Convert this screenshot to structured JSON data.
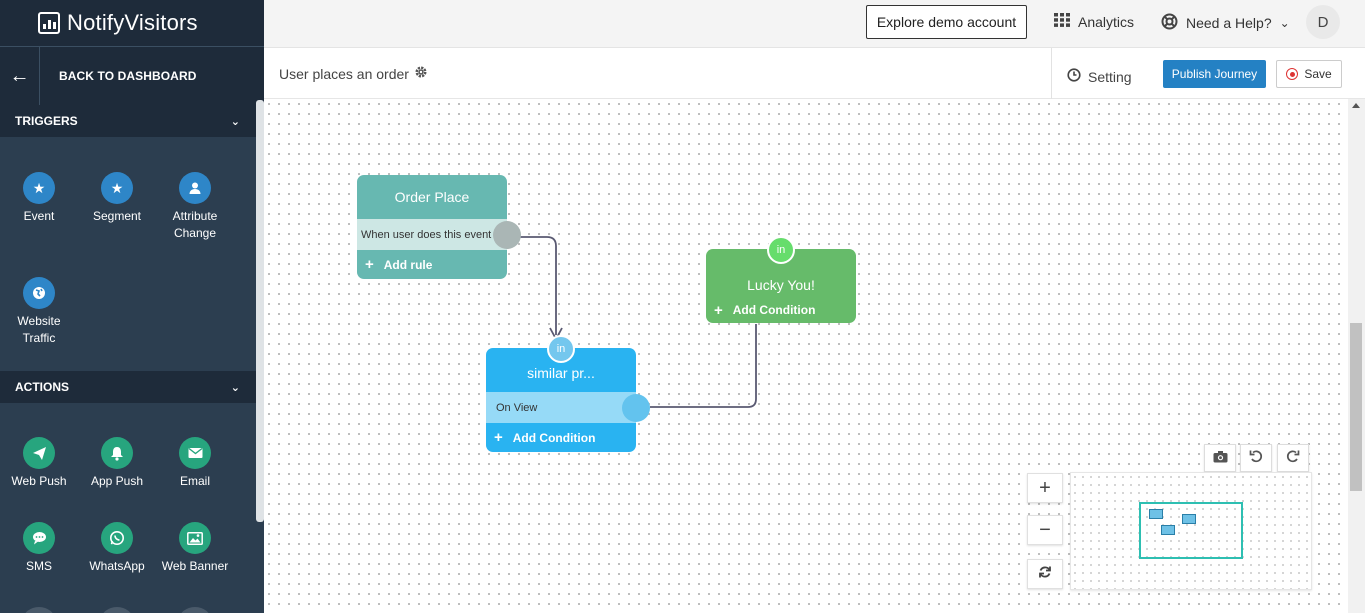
{
  "app": {
    "brand": "NotifyVisitors"
  },
  "sidebar": {
    "back_label": "BACK TO DASHBOARD",
    "triggers": {
      "title": "TRIGGERS",
      "items": [
        {
          "label": "Event",
          "icon": "star-icon"
        },
        {
          "label": "Segment",
          "icon": "star-icon"
        },
        {
          "label": "Attribute Change",
          "icon": "user-icon"
        },
        {
          "label": "Website Traffic",
          "icon": "globe-icon"
        }
      ]
    },
    "actions": {
      "title": "ACTIONS",
      "items": [
        {
          "label": "Web Push",
          "icon": "paper-plane-icon"
        },
        {
          "label": "App Push",
          "icon": "bell-icon"
        },
        {
          "label": "Email",
          "icon": "envelope-icon"
        },
        {
          "label": "SMS",
          "icon": "chat-icon"
        },
        {
          "label": "WhatsApp",
          "icon": "whatsapp-icon"
        },
        {
          "label": "Web Banner",
          "icon": "image-icon"
        }
      ]
    }
  },
  "topbar": {
    "demo_button": "Explore demo account",
    "analytics": "Analytics",
    "help": "Need a Help?",
    "avatar_initial": "D"
  },
  "subbar": {
    "journey_title": "User places an order",
    "setting": "Setting",
    "publish": "Publish Journey",
    "save": "Save"
  },
  "flow": {
    "order_node": {
      "title": "Order Place",
      "condition": "When user does this event",
      "add": "Add rule"
    },
    "similar_node": {
      "badge": "in",
      "title": "similar pr...",
      "condition": "On View",
      "add": "Add Condition"
    },
    "lucky_node": {
      "badge": "in",
      "title": "Lucky You!",
      "add": "Add Condition"
    }
  },
  "colors": {
    "sidebar_bg": "#2c3e50",
    "publish_btn": "#2481c4",
    "order_node": "#67b8b1",
    "similar_node": "#29b3f1",
    "lucky_node": "#66bb6a"
  }
}
